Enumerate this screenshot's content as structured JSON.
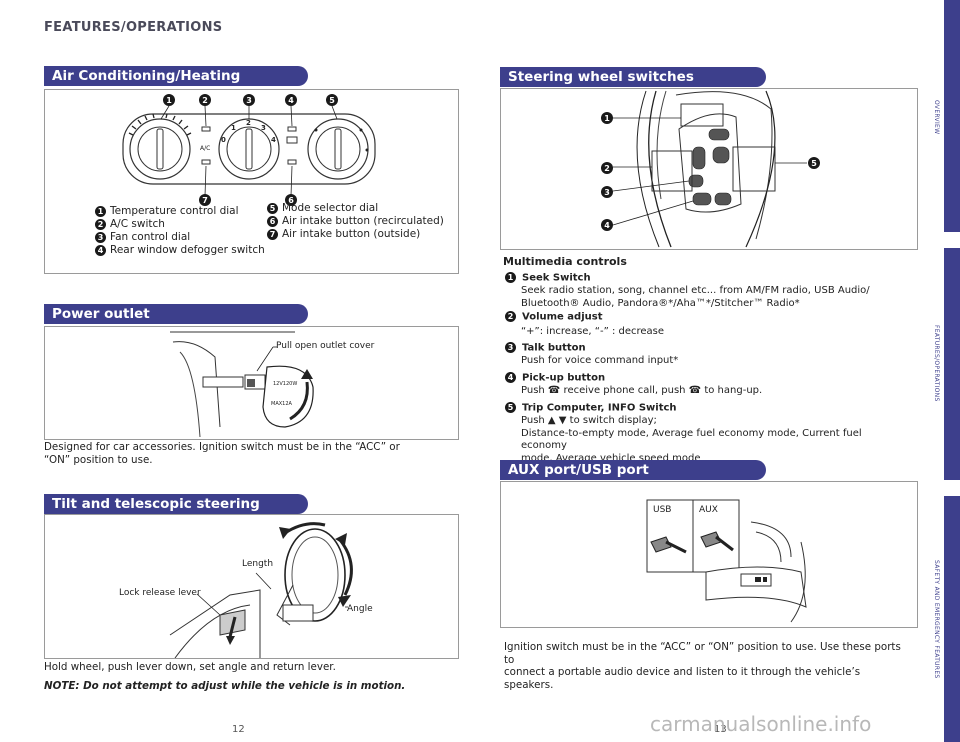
{
  "header": {
    "section_title": "FEATURES/OPERATIONS"
  },
  "side_tabs": {
    "overview": "OVERVIEW",
    "features": "FEATURES/OPERATIONS",
    "safety": "SAFETY AND EMERGENCY FEATURES"
  },
  "ac": {
    "title": "Air Conditioning/Heating",
    "legend_left": [
      {
        "n": "1",
        "label": "Temperature control dial"
      },
      {
        "n": "2",
        "label": "A/C switch"
      },
      {
        "n": "3",
        "label": "Fan control dial"
      },
      {
        "n": "4",
        "label": "Rear window defogger switch"
      }
    ],
    "legend_right": [
      {
        "n": "5",
        "label": "Mode selector dial"
      },
      {
        "n": "6",
        "label": "Air intake button (recirculated)"
      },
      {
        "n": "7",
        "label": "Air intake button (outside)"
      }
    ],
    "panel_text": {
      "ac": "A/C",
      "fan0": "0",
      "fan1": "1",
      "fan2": "2",
      "fan3": "3",
      "fan4": "4"
    },
    "callouts": [
      "1",
      "2",
      "3",
      "4",
      "5",
      "7",
      "6"
    ]
  },
  "power": {
    "title": "Power outlet",
    "callout": "Pull open outlet cover",
    "outlet_text": [
      "12V120W",
      "MAX12A"
    ],
    "description": "Designed for car accessories. Ignition switch must be in the “ACC” or “ON” position to use."
  },
  "tilt": {
    "title": "Tilt and telescopic steering wheel",
    "labels": {
      "length": "Length",
      "lock": "Lock release lever",
      "angle": "Angle"
    },
    "instruction": "Hold wheel, push lever down, set angle and return lever.",
    "note": "NOTE: Do not attempt to adjust while the vehicle is in motion."
  },
  "steering": {
    "title": "Steering wheel switches",
    "callouts": [
      "1",
      "2",
      "3",
      "4",
      "5"
    ],
    "multimedia_title": "Multimedia controls",
    "items": [
      {
        "n": "1",
        "head": "Seek Switch",
        "desc": [
          "Seek radio station, song, channel etc... from AM/FM radio, USB Audio/",
          "Bluetooth® Audio, Pandora®*/Aha™*/Stitcher™ Radio*"
        ]
      },
      {
        "n": "2",
        "head": "Volume adjust",
        "desc": [
          "“+”: increase, “-” : decrease"
        ]
      },
      {
        "n": "3",
        "head": "Talk button",
        "desc": [
          "Push for voice command input*"
        ]
      },
      {
        "n": "4",
        "head": "Pick-up button",
        "desc": [
          "Push ☎ receive phone call, push ☎ to hang-up."
        ]
      },
      {
        "n": "5",
        "head": "Trip Computer, INFO Switch",
        "desc": [
          "Push ▲ ▼ to switch display;",
          "Distance-to-empty mode, Average fuel economy mode, Current fuel economy",
          "mode, Average vehicle speed mode"
        ]
      }
    ]
  },
  "aux": {
    "title": "AUX port/USB port",
    "labels": {
      "usb": "USB",
      "aux": "AUX"
    },
    "description": [
      "Ignition switch must be in the “ACC” or “ON” position to use. Use these ports to",
      "connect a portable audio device and listen to it through the vehicle’s speakers."
    ]
  },
  "footer": {
    "page_left": "12",
    "page_right": "13",
    "watermark": "carmanualsonline.info"
  },
  "colors": {
    "banner": "#3d3f8c",
    "tab": "#3d3f8c"
  }
}
